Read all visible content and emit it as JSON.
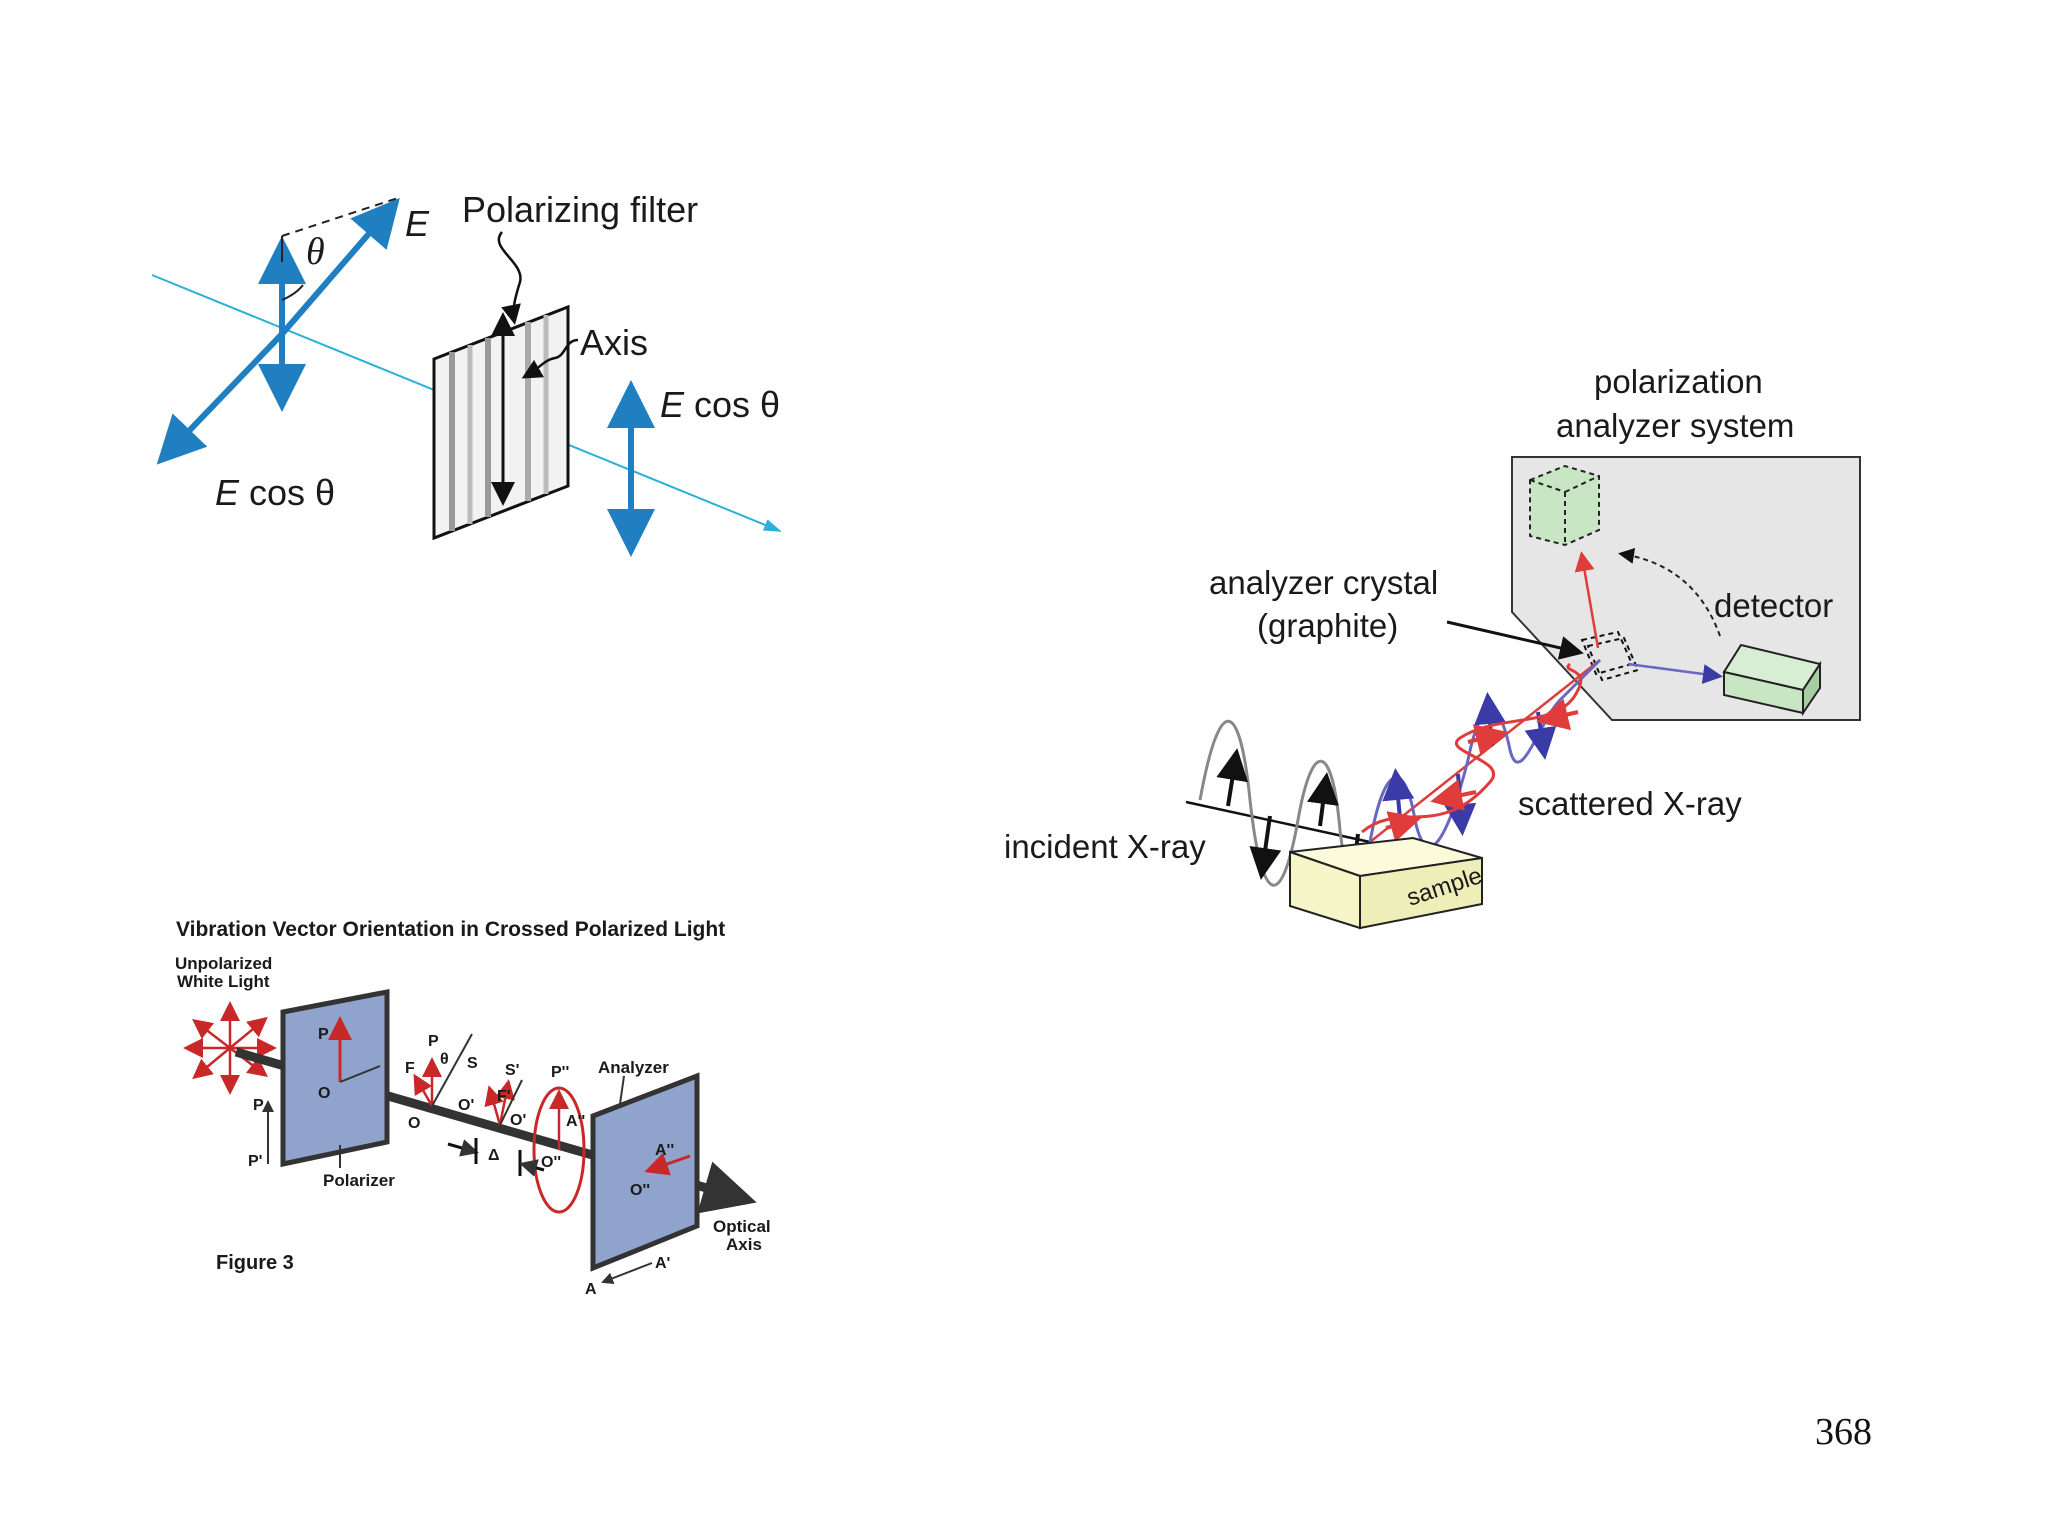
{
  "page_number": "368",
  "figure_polarizing_filter": {
    "label_E": "E",
    "label_theta": "θ",
    "label_polarizing_filter": "Polarizing filter",
    "label_axis": "Axis",
    "label_E_cos": "E",
    "label_cos_theta": " cos θ",
    "colors": {
      "arrow": "#1f7fc0",
      "beam": "#2bb0d8",
      "filter_line": "#222222"
    }
  },
  "figure_crossed_polarized": {
    "title": "Vibration Vector Orientation in Crossed Polarized Light",
    "label_unpolarized_1": "Unpolarized",
    "label_unpolarized_2": "White Light",
    "label_polarizer": "Polarizer",
    "label_analyzer": "Analyzer",
    "label_figure": "Figure 3",
    "label_optical_1": "Optical",
    "label_optical_2": "Axis",
    "labels": {
      "P": "P",
      "P_prime": "P'",
      "O": "O",
      "F": "F",
      "theta": "θ",
      "S": "S",
      "S_prime": "S'",
      "P_dprime": "P''",
      "O_prime": "O'",
      "F_prime": "F'",
      "O_dprime": "O''",
      "A_dprime": "A''",
      "Delta": "Δ",
      "A": "A",
      "A_prime": "A'"
    },
    "colors": {
      "plate": "#8fa3cc",
      "vector": "#c82828"
    }
  },
  "figure_xray": {
    "label_pas_1": "polarization",
    "label_pas_2": "analyzer system",
    "label_crystal_1": "analyzer crystal",
    "label_crystal_2": "(graphite)",
    "label_detector": "detector",
    "label_scattered": "scattered X-ray",
    "label_incident": "incident X-ray",
    "label_sample": "sample",
    "colors": {
      "panel": "#e6e6e6",
      "detector": "#c8e6c4",
      "sample": "#f5f5c8",
      "red": "#e03c3c",
      "blue": "#3b3ba8"
    }
  }
}
